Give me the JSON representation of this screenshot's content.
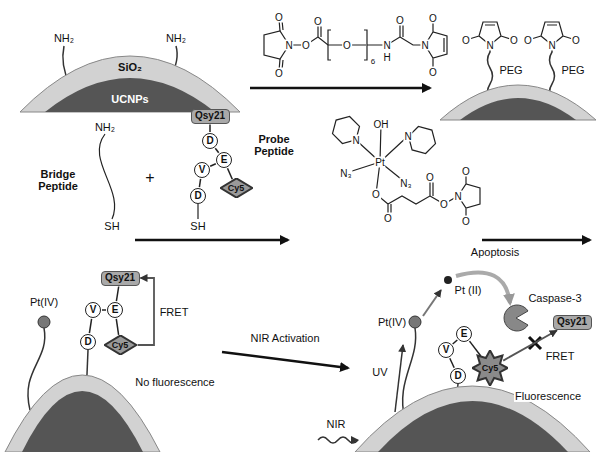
{
  "diagram": {
    "nodes": [
      {
        "text": [
          "Qsy21"
        ]
      },
      {
        "text": [
          "D"
        ]
      },
      {
        "text": [
          "E"
        ]
      },
      {
        "text": [
          "V"
        ]
      },
      {
        "text": [
          "D"
        ]
      },
      {
        "text": [
          "Cy5"
        ]
      },
      {
        "text": [
          "Qsy21"
        ]
      },
      {
        "text": [
          "V"
        ]
      },
      {
        "text": [
          "E"
        ]
      },
      {
        "text": [
          "D"
        ]
      },
      {
        "text": [
          "Cy5"
        ]
      },
      {
        "text": [
          "V"
        ]
      },
      {
        "text": [
          "E"
        ]
      },
      {
        "text": [
          "D"
        ]
      },
      {
        "text": [
          "Cy5"
        ]
      },
      {
        "text": [
          "Qsy21"
        ]
      }
    ],
    "edges": [
      {
        "from": 0,
        "to": 1,
        "arrow": "none"
      },
      {
        "from": 1,
        "to": 2,
        "arrow": "none"
      },
      {
        "from": 2,
        "to": 3,
        "arrow": "none"
      },
      {
        "from": 3,
        "to": 4,
        "arrow": "none"
      },
      {
        "from": 2,
        "to": 5,
        "arrow": "none"
      },
      {
        "from": 6,
        "to": 8,
        "arrow": "none"
      },
      {
        "from": 8,
        "to": 7,
        "arrow": "none"
      },
      {
        "from": 7,
        "to": 9,
        "arrow": "none"
      },
      {
        "from": 8,
        "to": 10,
        "arrow": "none"
      },
      {
        "from": 10,
        "to": 6,
        "arrow": "to",
        "label": "FRET"
      },
      {
        "from": 11,
        "to": 12,
        "arrow": "none"
      },
      {
        "from": 11,
        "to": 13,
        "arrow": "none"
      },
      {
        "from": 12,
        "to": 14,
        "arrow": "none"
      },
      {
        "from": 14,
        "to": 15,
        "arrow": "to",
        "label": "FRET"
      }
    ],
    "labels": [
      "SiO₂",
      "UCNPs",
      "NH₂",
      "NH₂",
      "O",
      "O",
      "N",
      "O",
      "O",
      "O",
      "6",
      "N",
      "H",
      "O",
      "N",
      "O",
      "O",
      "PEG",
      "PEG",
      "O",
      "N",
      "O",
      "O",
      "N",
      "O",
      "NH₂",
      "SH",
      "Bridge Peptide",
      "+",
      "Probe Peptide",
      "SH",
      "OH",
      "N",
      "N",
      "Pt",
      "N₃",
      "N₃",
      "O",
      "O",
      "O",
      "O",
      "N",
      "O",
      "O",
      "Pt(IV)",
      "No fluorescence",
      "NIR Activation",
      "Pt(IV)",
      "Pt (II)",
      "Apoptosis",
      "Caspase-3",
      "UV",
      "NIR",
      "Fluorescence"
    ]
  }
}
